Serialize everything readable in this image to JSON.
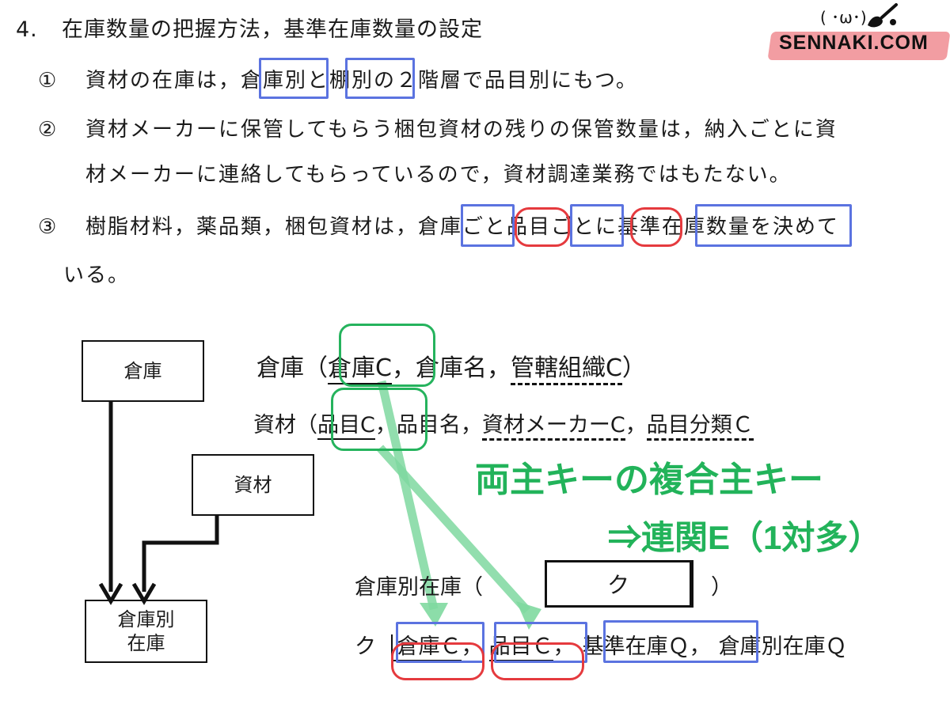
{
  "section": {
    "heading_number": "4.",
    "heading_text": "在庫数量の把握方法，基準在庫数量の設定",
    "items": [
      {
        "marker": "①",
        "text": "資材の在庫は，倉庫別と棚別の２階層で品目別にもつ。"
      },
      {
        "marker": "②",
        "text": "資材メーカーに保管してもらう梱包資材の残りの保管数量は，納入ごとに資"
      },
      {
        "marker": "",
        "text": "材メーカーに連絡してもらっているので，資材調達業務ではもたない。"
      },
      {
        "marker": "③",
        "text": "樹脂材料，薬品類，梱包資材は，倉庫ごと品目ごとに基準在庫数量を決めて"
      },
      {
        "marker": "",
        "text": "いる。"
      }
    ]
  },
  "logo": {
    "text": "SENNAKI.COM",
    "face": "( ･ω･)"
  },
  "diagram": {
    "entities": {
      "warehouse": "倉庫",
      "material": "資材",
      "stock_line1": "倉庫別",
      "stock_line2": "在庫"
    },
    "schema_warehouse": {
      "name": "倉庫",
      "open": "（",
      "pk": "倉庫C",
      "sep1": "，",
      "attr1": "倉庫名",
      "sep2": "，",
      "fk": "管轄組織C",
      "close": "）"
    },
    "schema_material": {
      "name": "資材",
      "open": "（",
      "pk": "品目C",
      "sep1": "，",
      "attr1": "品目名",
      "sep2": "，",
      "fk1": "資材メーカーC",
      "sep3": "，",
      "fk2": "品目分類Ｃ"
    },
    "schema_stock": {
      "name": "倉庫別在庫",
      "open": "（",
      "blank": "ク",
      "close": "）"
    },
    "answer": {
      "label": "ク",
      "col1": "倉庫Ｃ",
      "sep1": "，",
      "col2": "品目Ｃ",
      "sep2": "，",
      "col3": "基準在庫Ｑ",
      "sep3": "，",
      "col4": "倉庫別在庫Ｑ"
    },
    "annotation": {
      "line1": "両主キーの複合主キー",
      "line2": "⇒連関E（1対多）"
    }
  },
  "colors": {
    "blue": "#5b73e0",
    "red": "#e53a3e",
    "green": "#22b35a",
    "logo_pink": "#f29da2"
  }
}
